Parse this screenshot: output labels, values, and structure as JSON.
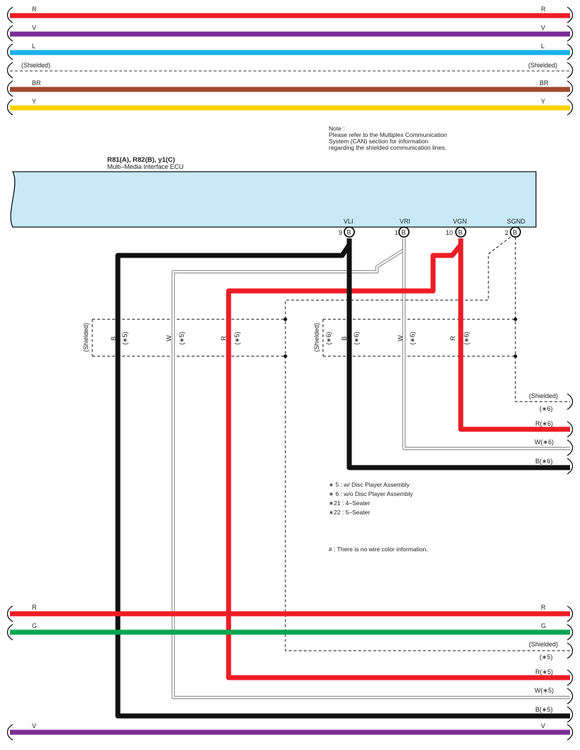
{
  "colors": {
    "R": "#ee1c25",
    "V": "#7b2d96",
    "L": "#1ab2ea",
    "BR": "#a0482c",
    "Y": "#ffd200",
    "G": "#00a650",
    "B": "#111111",
    "W": "#ffffff",
    "ecu_fill": "#c7e9f8"
  },
  "top_bus": [
    {
      "left": "R",
      "right": "R",
      "color": "R",
      "shielded": false
    },
    {
      "left": "V",
      "right": "V",
      "color": "V",
      "shielded": false
    },
    {
      "left": "L",
      "right": "L",
      "color": "L",
      "shielded": false
    },
    {
      "left": "(Shielded)",
      "right": "(Shielded)",
      "color": "",
      "shielded": true
    },
    {
      "left": "BR",
      "right": "BR",
      "color": "BR",
      "shielded": false
    },
    {
      "left": "Y",
      "right": "Y",
      "color": "Y",
      "shielded": false
    }
  ],
  "note": {
    "lines": [
      "Note :",
      "Please refer to the Multiplex Communication",
      "System (CAN) section for information",
      "regarding the shielded communication lines."
    ]
  },
  "ecu": {
    "code": "R81(A), R82(B), y1(C)",
    "name": "Multi–Media Interface ECU",
    "pins": [
      {
        "name": "VLI",
        "num": "9",
        "conn": "B"
      },
      {
        "name": "VRI",
        "num": "1",
        "conn": "B"
      },
      {
        "name": "VGN",
        "num": "10",
        "conn": "B"
      },
      {
        "name": "SGND",
        "num": "2",
        "conn": "B"
      }
    ]
  },
  "group_5": {
    "shield_label": "(Shielded)",
    "labels": [
      {
        "color": "B",
        "note": "(∗5)"
      },
      {
        "color": "W",
        "note": "(∗5)"
      },
      {
        "color": "R",
        "note": "(∗5)"
      }
    ]
  },
  "group_6": {
    "shield_label": "(Shielded)",
    "shield_note": "(∗6)",
    "labels": [
      {
        "color": "B",
        "note": "(∗6)"
      },
      {
        "color": "W",
        "note": "(∗6)"
      },
      {
        "color": "R",
        "note": "(∗6)"
      }
    ]
  },
  "right_exits_6": [
    {
      "text": "(Shielded)"
    },
    {
      "text": "(∗6)"
    },
    {
      "text": "R(∗6)"
    },
    {
      "text": "W(∗6)"
    },
    {
      "text": "B(∗6)"
    }
  ],
  "legend": [
    "∗ 5 : w/ Disc Player Assembly",
    "∗ 6 : w/o Disc Player Assembly",
    "∗21 : 4–Seater",
    "∗22 : 5–Seater"
  ],
  "hash_note": "# : There is no wire color information.",
  "bottom_bus": [
    {
      "left": "R",
      "right": "R",
      "color": "R"
    },
    {
      "left": "G",
      "right": "G",
      "color": "G"
    },
    {
      "left": "",
      "right": "(Shielded)",
      "color": "shield"
    },
    {
      "left": "",
      "right": "(∗5)",
      "color": "none"
    },
    {
      "left": "",
      "right": "R(∗5)",
      "color": "R"
    },
    {
      "left": "",
      "right": "W(∗5)",
      "color": "W"
    },
    {
      "left": "",
      "right": "B(∗5)",
      "color": "B"
    },
    {
      "left": "V",
      "right": "V",
      "color": "V"
    }
  ]
}
